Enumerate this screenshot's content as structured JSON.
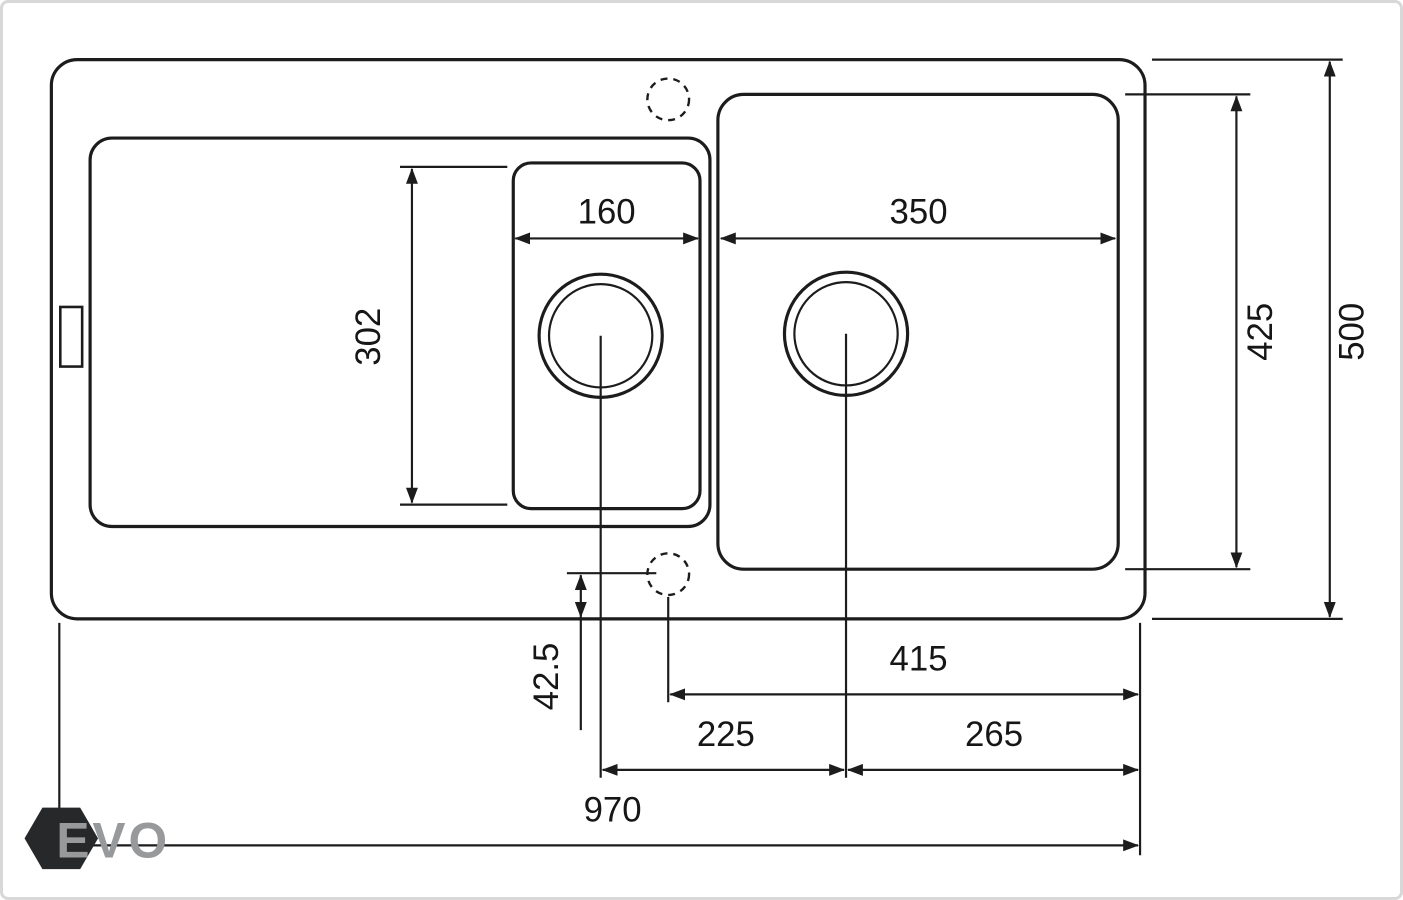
{
  "colors": {
    "line": "#1c1c1c",
    "background": "#ffffff",
    "logo_mark": "#26282a",
    "logo_text": "#98999b"
  },
  "logo": {
    "text": "EVO"
  },
  "dimensions": {
    "small_bowl_width": "160",
    "small_bowl_depth": "302",
    "large_bowl_width": "350",
    "large_bowl_depth": "425",
    "overall_depth": "500",
    "tap_hole_offset": "42.5",
    "tap_hole_to_right_edge": "415",
    "drain_centers_spacing": "225",
    "large_drain_to_right_edge": "265",
    "overall_width": "970"
  }
}
